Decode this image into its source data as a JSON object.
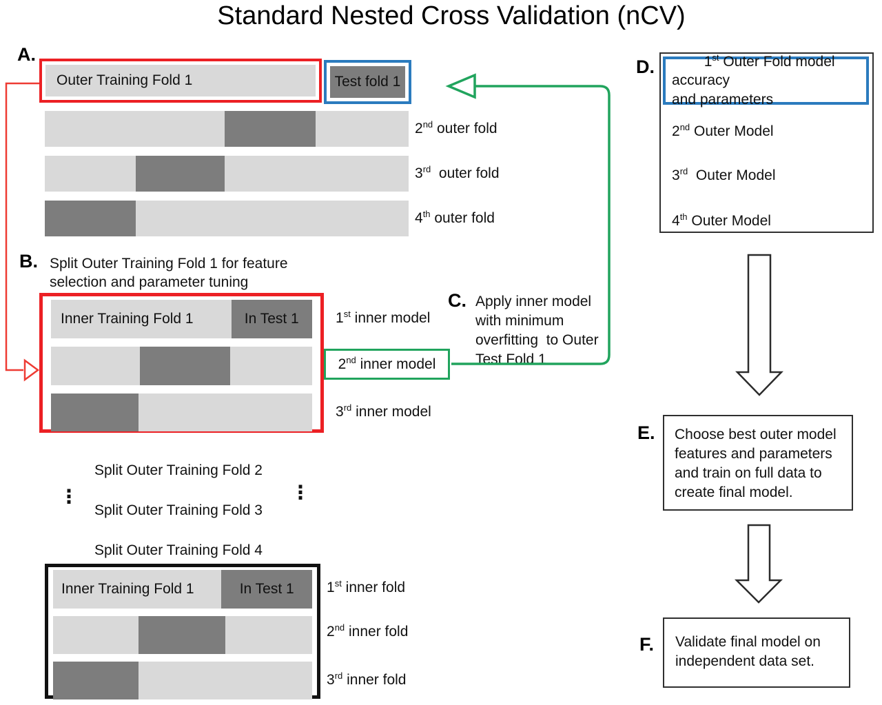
{
  "title": "Standard Nested Cross Validation (nCV)",
  "colors": {
    "train_fill": "#d9d9d9",
    "test_fill": "#7d7d7d",
    "highlight_red": "#ec2024",
    "highlight_blue": "#2b7bbe",
    "highlight_green": "#21a45d",
    "connector_red": "#ee3b33",
    "arrow_outline": "#2b2b2b"
  },
  "section_a": {
    "label": "A.",
    "outer_training_fold": "Outer Training Fold 1",
    "test_fold": "Test fold 1",
    "rows": [
      {
        "ordinal": "2",
        "suffix": "nd",
        "text": " outer fold"
      },
      {
        "ordinal": "3",
        "suffix": "rd",
        "text": "  outer fold"
      },
      {
        "ordinal": "4",
        "suffix": "th",
        "text": " outer fold"
      }
    ]
  },
  "section_b": {
    "label": "B.",
    "caption": "Split Outer Training Fold 1 for feature\nselection and parameter tuning",
    "inner_training_fold": "Inner Training Fold 1",
    "in_test": "In Test 1",
    "rows": [
      {
        "ordinal": "1",
        "suffix": "st",
        "text": " inner model"
      },
      {
        "ordinal": "2",
        "suffix": "nd",
        "text": " inner model"
      },
      {
        "ordinal": "3",
        "suffix": "rd",
        "text": " inner model"
      }
    ]
  },
  "section_c": {
    "label": "C.",
    "text": "Apply inner model\nwith minimum\noverfitting  to Outer\nTest Fold 1"
  },
  "section_d": {
    "label": "D.",
    "highlight": {
      "ordinal": "1",
      "suffix": "st",
      "text": " Outer Fold model accuracy\nand parameters"
    },
    "rows": [
      {
        "ordinal": "2",
        "suffix": "nd",
        "text": " Outer Model"
      },
      {
        "ordinal": "3",
        "suffix": "rd",
        "text": "  Outer Model"
      },
      {
        "ordinal": "4",
        "suffix": "th",
        "text": " Outer Model"
      }
    ]
  },
  "section_e": {
    "label": "E.",
    "text": "Choose best outer model\nfeatures and parameters\nand train on full data to\ncreate final model."
  },
  "section_f": {
    "label": "F.",
    "text": "Validate final model on\nindependent data set."
  },
  "middle": {
    "splits": [
      "Split Outer Training Fold 2",
      "Split Outer Training Fold 3",
      "Split Outer Training Fold 4"
    ],
    "ellipsis": "⋮"
  },
  "bottom_box": {
    "inner_training_fold": "Inner Training Fold 1",
    "in_test": "In Test 1",
    "rows": [
      {
        "ordinal": "1",
        "suffix": "st",
        "text": " inner fold"
      },
      {
        "ordinal": "2",
        "suffix": "nd",
        "text": " inner fold"
      },
      {
        "ordinal": "3",
        "suffix": "rd",
        "text": " inner fold"
      }
    ]
  }
}
